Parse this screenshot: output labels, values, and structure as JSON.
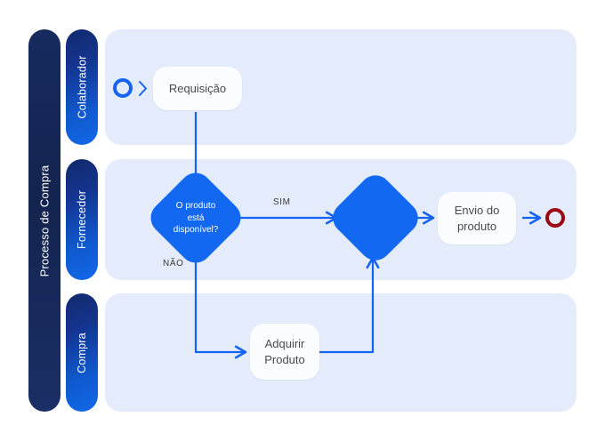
{
  "diagram": {
    "title": "Processo de Compra",
    "type": "bpmn-swimlane-flowchart",
    "colors": {
      "pool_bar": "#13244f",
      "lane_bar_gradient_start": "#12296b",
      "lane_bar_gradient_end": "#1268e8",
      "lane_body": "#e4ecfb",
      "task_fill": "#fbfcfe",
      "gateway_fill": "#1268f0",
      "connector": "#1463f3",
      "start_event": "#1463f3",
      "end_event": "#9b0712",
      "canvas": "#ffffff",
      "task_text": "#4a4a4a",
      "label_text": "#3b3b3b"
    }
  },
  "pool": {
    "label": "Processo de Compra"
  },
  "lanes": [
    {
      "id": "colaborador",
      "label": "Colaborador"
    },
    {
      "id": "fornecedor",
      "label": "Fornecedor"
    },
    {
      "id": "compra",
      "label": "Compra"
    }
  ],
  "events": [
    {
      "id": "start",
      "kind": "start-event",
      "lane": "colaborador",
      "label": ""
    },
    {
      "id": "end",
      "kind": "end-event",
      "lane": "fornecedor",
      "label": ""
    }
  ],
  "tasks": [
    {
      "id": "requisicao",
      "lane": "colaborador",
      "label": "Requisição"
    },
    {
      "id": "envio",
      "lane": "fornecedor",
      "label": "Envio do\nproduto",
      "line1": "Envio do",
      "line2": "produto"
    },
    {
      "id": "adquirir",
      "lane": "compra",
      "label": "Adquirir\nProduto",
      "line1": "Adquirir",
      "line2": "Produto"
    }
  ],
  "gateways": [
    {
      "id": "decision",
      "lane": "fornecedor",
      "label": "O produto está disponível?",
      "line1": "O produto",
      "line2": "está",
      "line3": "disponível?"
    },
    {
      "id": "merge",
      "lane": "fornecedor",
      "label": ""
    }
  ],
  "flows": [
    {
      "id": "start-to-requisicao",
      "from": "start",
      "to": "requisicao",
      "label": ""
    },
    {
      "id": "requisicao-to-decision",
      "from": "requisicao",
      "to": "decision",
      "label": ""
    },
    {
      "id": "decision-sim",
      "from": "decision",
      "to": "merge",
      "label": "SIM"
    },
    {
      "id": "decision-nao",
      "from": "decision",
      "to": "adquirir",
      "label": "NÃO"
    },
    {
      "id": "adquirir-to-merge",
      "from": "adquirir",
      "to": "merge",
      "label": ""
    },
    {
      "id": "merge-to-envio",
      "from": "merge",
      "to": "envio",
      "label": ""
    },
    {
      "id": "envio-to-end",
      "from": "envio",
      "to": "end",
      "label": ""
    }
  ],
  "labels": {
    "sim": "SIM",
    "nao": "NÃO"
  }
}
